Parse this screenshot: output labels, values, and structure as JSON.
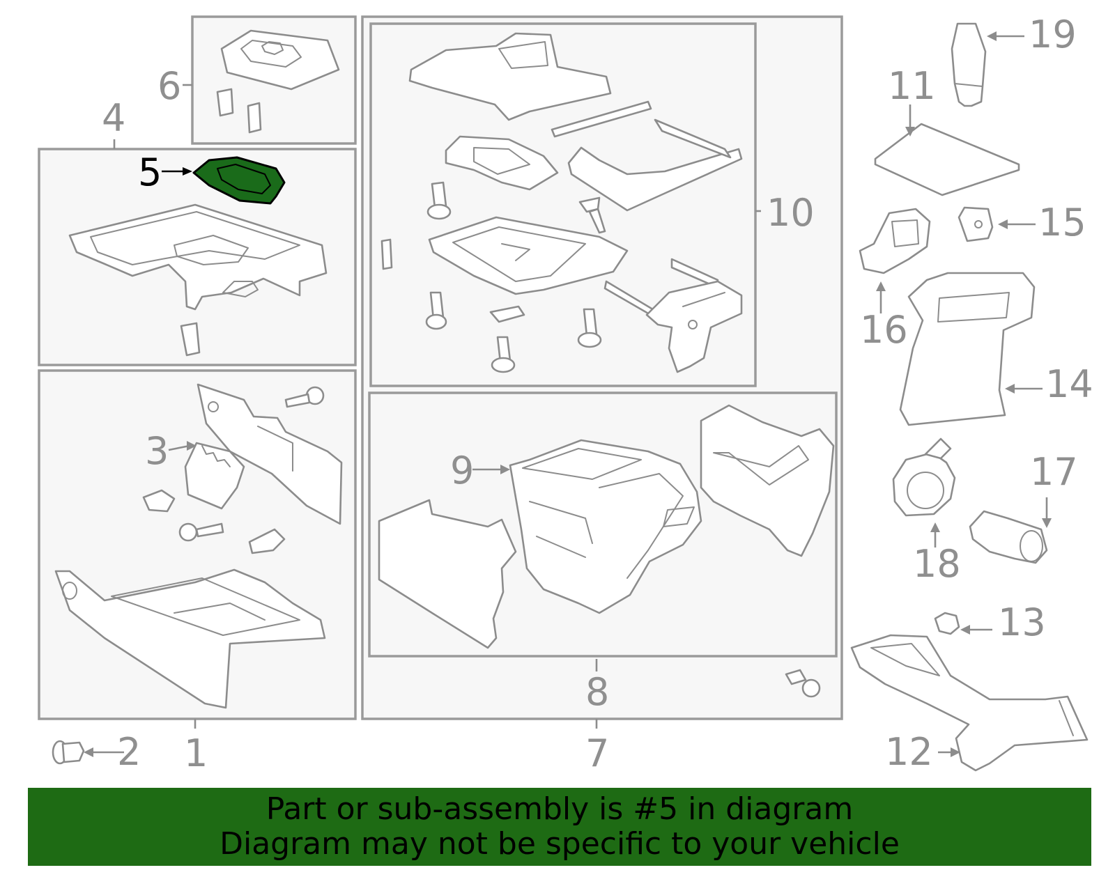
{
  "callouts": {
    "n1": "1",
    "n2": "2",
    "n3": "3",
    "n4": "4",
    "n5": "5",
    "n6": "6",
    "n7": "7",
    "n8": "8",
    "n9": "9",
    "n10": "10",
    "n11": "11",
    "n12": "12",
    "n13": "13",
    "n14": "14",
    "n15": "15",
    "n16": "16",
    "n17": "17",
    "n18": "18",
    "n19": "19"
  },
  "highlighted_part": "5",
  "colors": {
    "highlight": "#1a6b1a",
    "banner": "#1e6b14",
    "line": "#8c8c8c"
  },
  "banner": {
    "line1": "Part or sub-assembly is #5 in diagram",
    "line2": "Diagram may not be specific to your vehicle"
  }
}
